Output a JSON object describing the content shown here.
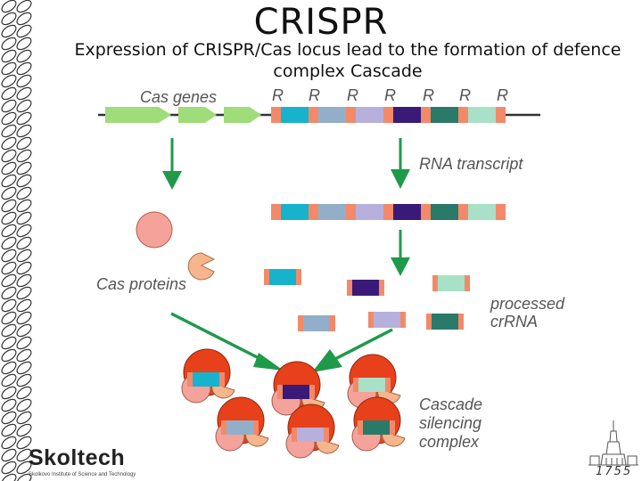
{
  "title": "CRISPR",
  "subtitle": "Expression of CRISPR/Cas locus lead to the formation of defence complex Cascade",
  "labels": {
    "cas_genes": "Cas genes",
    "repeat": "R",
    "rna_transcript": "RNA transcript",
    "cas_proteins": "Cas proteins",
    "processed_crrna_1": "processed",
    "processed_crrna_2": "crRNA",
    "cascade_1": "Cascade",
    "cascade_2": "silencing",
    "cascade_3": "complex"
  },
  "logo": {
    "name": "Skoltech",
    "tagline": "Skolkovo Institute of Science and Technology",
    "year": "1755"
  },
  "colors": {
    "gene_green": "#9fdc7a",
    "repeat_orange": "#f28a6a",
    "arrow_green": "#1f9a4a",
    "protein_pink": "#f4a29a",
    "protein_red": "#e8401a",
    "protein_peach": "#f6b58c",
    "spacers": [
      "#17b3cc",
      "#93aec8",
      "#b8b0dc",
      "#3a1a78",
      "#2a7a6a",
      "#a9e0c8"
    ]
  }
}
